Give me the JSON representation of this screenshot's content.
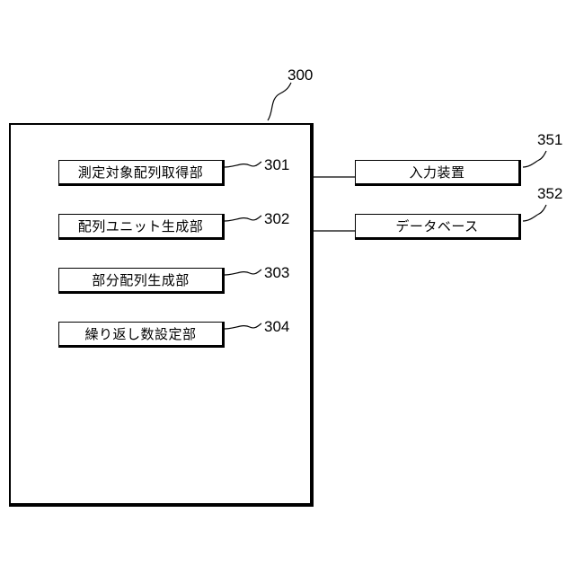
{
  "system": {
    "ref": "300"
  },
  "units": [
    {
      "label": "測定対象配列取得部",
      "ref": "301"
    },
    {
      "label": "配列ユニット生成部",
      "ref": "302"
    },
    {
      "label": "部分配列生成部",
      "ref": "303"
    },
    {
      "label": "繰り返し数設定部",
      "ref": "304"
    }
  ],
  "external": [
    {
      "label": "入力装置",
      "ref": "351"
    },
    {
      "label": "データベース",
      "ref": "352"
    }
  ]
}
